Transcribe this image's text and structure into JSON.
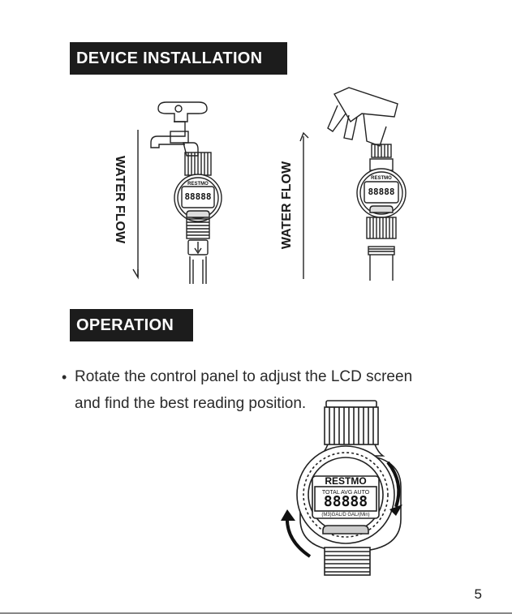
{
  "sections": {
    "installation_title": "DEVICE INSTALLATION",
    "operation_title": "OPERATION"
  },
  "diagram": {
    "flow_label_left": "WATER FLOW",
    "flow_label_right": "WATER FLOW",
    "brand": "RESTMO",
    "display_digits": "88888",
    "display_top_row": "TOTAL AVG AUTO",
    "display_bottom_row": "(M3)GAL/D GAL/(Min)"
  },
  "operation": {
    "bullet": "•",
    "line1": "Rotate the control panel to adjust the LCD screen",
    "line2": "and find the best reading position."
  },
  "page_number": "5"
}
